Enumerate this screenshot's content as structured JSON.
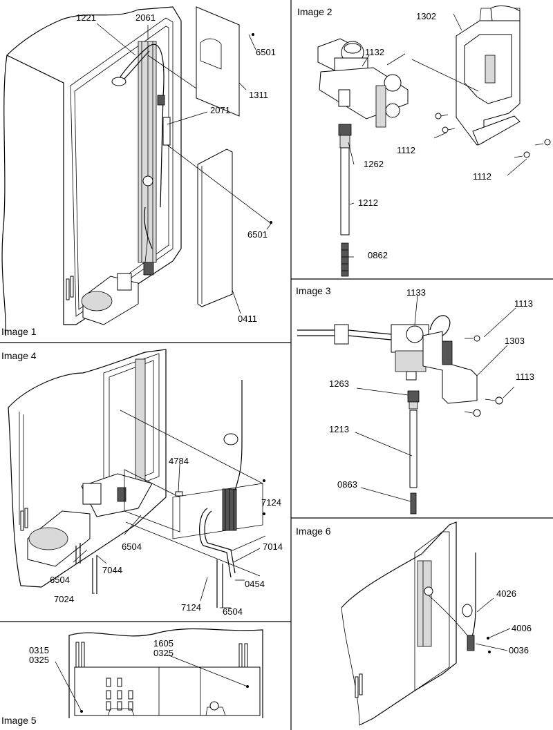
{
  "panels": [
    {
      "id": "panel-1",
      "title": "Image 1",
      "callouts": [
        "1221",
        "2061",
        "6501",
        "1311",
        "2071",
        "6501",
        "0411"
      ]
    },
    {
      "id": "panel-2",
      "title": "Image 2",
      "callouts": [
        "1302",
        "1132",
        "1112",
        "1262",
        "1112",
        "1212",
        "0862"
      ]
    },
    {
      "id": "panel-3",
      "title": "Image 3",
      "callouts": [
        "1133",
        "1113",
        "1303",
        "1113",
        "1263",
        "1213",
        "0863"
      ]
    },
    {
      "id": "panel-4",
      "title": "Image 4",
      "callouts": [
        "4784",
        "7124",
        "6504",
        "7014",
        "6504",
        "7044",
        "0454",
        "7024",
        "7124",
        "6504"
      ]
    },
    {
      "id": "panel-5",
      "title": "Image 5",
      "callouts": [
        "0315",
        "0325",
        "1605",
        "0325"
      ]
    },
    {
      "id": "panel-6",
      "title": "Image 6",
      "callouts": [
        "4026",
        "4006",
        "0036"
      ]
    }
  ]
}
